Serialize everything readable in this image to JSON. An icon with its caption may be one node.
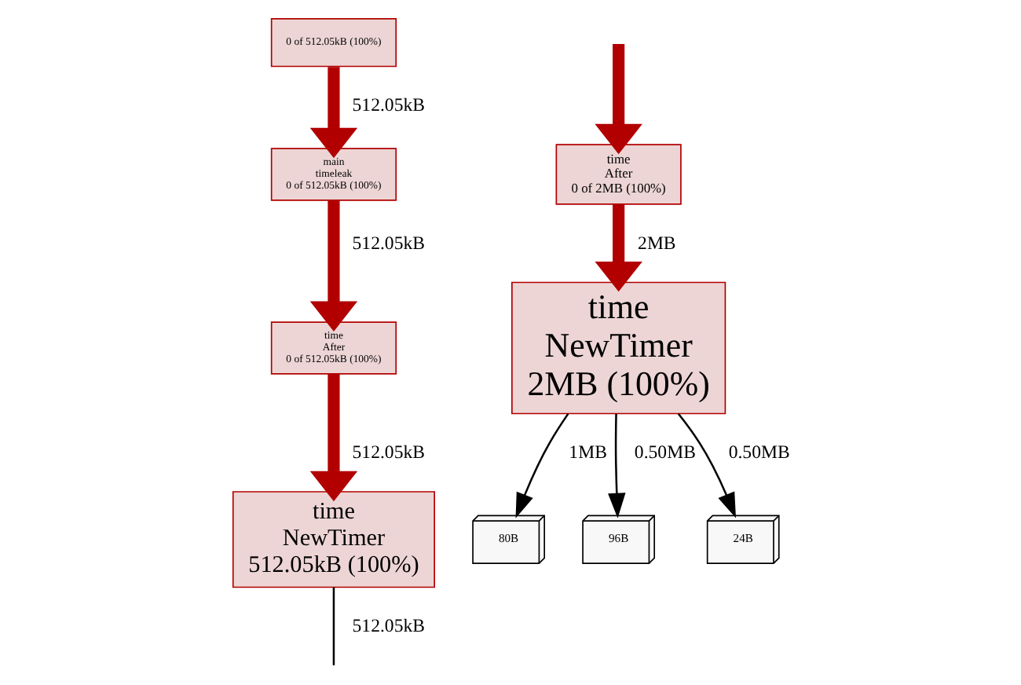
{
  "diagram": {
    "nodes": [
      {
        "text": [
          "0 of 512.05kB (100%)"
        ]
      },
      {
        "text": [
          "main",
          "timeleak",
          "0 of 512.05kB (100%)"
        ]
      },
      {
        "text": [
          "time",
          "After",
          "0 of 512.05kB (100%)"
        ]
      },
      {
        "text": [
          "time",
          "NewTimer",
          "512.05kB (100%)"
        ]
      },
      {
        "text": [
          "time",
          "After",
          "0 of 2MB (100%)"
        ]
      },
      {
        "text": [
          "time",
          "NewTimer",
          "2MB (100%)"
        ]
      },
      {
        "text": [
          "80B"
        ]
      },
      {
        "text": [
          "96B"
        ]
      },
      {
        "text": [
          "24B"
        ]
      }
    ],
    "edges": [
      {
        "from": 0,
        "to": 1,
        "arrow": "to",
        "label": "512.05kB"
      },
      {
        "from": 1,
        "to": 2,
        "arrow": "to",
        "label": "512.05kB"
      },
      {
        "from": 2,
        "to": 3,
        "arrow": "to",
        "label": "512.05kB"
      },
      {
        "from": 3,
        "to": null,
        "arrow": "none",
        "label": "512.05kB",
        "color": "#000000"
      },
      {
        "from": null,
        "to": 4,
        "arrow": "to"
      },
      {
        "from": 4,
        "to": 5,
        "arrow": "to",
        "label": "2MB"
      },
      {
        "from": 5,
        "to": 6,
        "arrow": "to",
        "label": "1MB",
        "color": "#000000"
      },
      {
        "from": 5,
        "to": 7,
        "arrow": "to",
        "label": "0.50MB",
        "color": "#000000"
      },
      {
        "from": 5,
        "to": 8,
        "arrow": "to",
        "label": "0.50MB",
        "color": "#000000"
      }
    ]
  }
}
